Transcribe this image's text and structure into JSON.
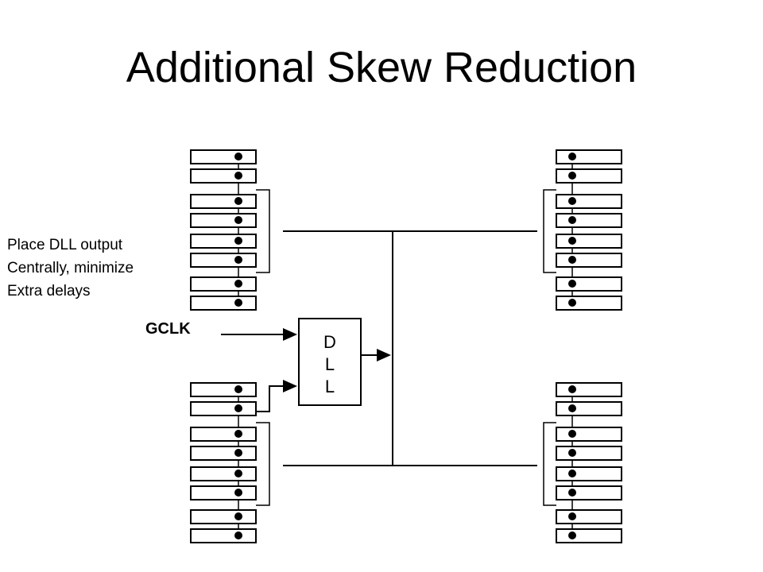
{
  "title": "Additional Skew Reduction",
  "note": {
    "lines": [
      "Place DLL output",
      "Centrally, minimize",
      "Extra delays"
    ]
  },
  "gclk_label": "GCLK",
  "dll": {
    "letters": [
      "D",
      "L",
      "L"
    ]
  },
  "colors": {
    "line": "#000000",
    "background": "#ffffff"
  }
}
